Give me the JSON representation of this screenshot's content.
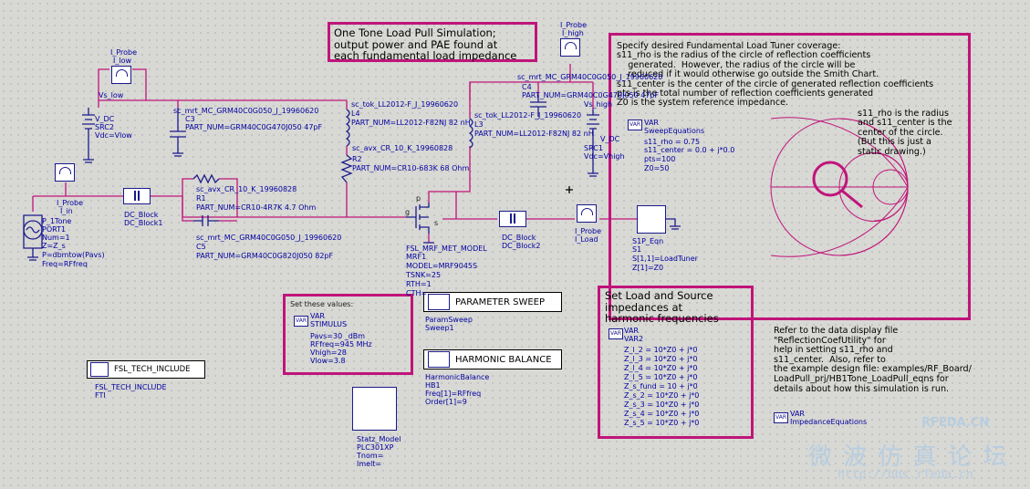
{
  "notes": {
    "title_note": "One Tone Load Pull Simulation;\noutput power and PAE found at\neach fundamental load impedance",
    "coverage_note": "Specify desired Fundamental Load Tuner coverage:\ns11_rho is the radius of the circle of reflection coefficients\n    generated.  However, the radius of the circle will be\n    reduced if it would otherwise go outside the Smith Chart.\ns11_center is the center of the circle of generated reflection coefficients\npts is the total number of reflection coefficients generated\nZ0 is the system reference impedance.",
    "smith_note": "s11_rho is the radius\nand s11_center is the\ncenter of the circle.\n(But this is just a\nstatic drawing.)",
    "set_values_label": "Set these values:",
    "harmonic_note": "Set Load and Source\nimpedances at\nharmonic frequencies",
    "refer_note": "Refer to the data display file\n\"ReflectionCoefUtility\" for\nhelp in setting s11_rho and\ns11_center.  Also, refer to\nthe example design file: examples/RF_Board/\nLoadPull_prj/HB1Tone_LoadPull_eqns for\ndetails about how this simulation is run."
  },
  "var_blocks": {
    "stimulus": {
      "tag": "VAR",
      "lines": [
        "VAR",
        "STIMULUS",
        "Pavs=30 _dBm",
        "RFfreq=945 MHz",
        "Vhigh=28",
        "Vlow=3.8"
      ]
    },
    "sweep_eq": {
      "tag": "VAR",
      "lines": [
        "VAR",
        "SweepEquations",
        "s11_rho = 0.75",
        "s11_center = 0.0 + j*0.0",
        "pts=100",
        "Z0=50"
      ]
    },
    "var2": {
      "tag": "VAR",
      "lines": [
        "VAR",
        "VAR2",
        "Z_l_2 = 10*Z0 + j*0",
        "Z_l_3 = 10*Z0 + j*0",
        "Z_l_4 = 10*Z0 + j*0",
        "Z_l_5 = 10*Z0 + j*0",
        "Z_s_fund = 10 + j*0",
        "Z_s_2 = 10*Z0 + j*0",
        "Z_s_3 = 10*Z0 + j*0",
        "Z_s_4 = 10*Z0 + j*0",
        "Z_s_5 = 10*Z0 + j*0"
      ]
    },
    "imped_eq": {
      "tag": "VAR",
      "lines": [
        "VAR",
        "ImpedanceEquations"
      ]
    }
  },
  "sim_controllers": {
    "param_sweep": {
      "title": "PARAMETER SWEEP",
      "lines": [
        "ParamSweep",
        "Sweep1"
      ]
    },
    "harmonic_balance": {
      "title": "HARMONIC BALANCE",
      "lines": [
        "HarmonicBalance",
        "HB1",
        "Freq[1]=RFfreq",
        "Order[1]=9"
      ]
    },
    "include": {
      "title": "FSL_TECH_INCLUDE",
      "lines": [
        "FSL_TECH_INCLUDE",
        "FTI"
      ]
    },
    "statz": {
      "lines": [
        "Statz_Model",
        "PLC301XP",
        "Tnom=",
        "Imelt="
      ]
    }
  },
  "components": {
    "probe_low": [
      "I_Probe",
      "I_low"
    ],
    "probe_high": [
      "I_Probe",
      "I_high"
    ],
    "probe_iin": [
      "I_Probe",
      "I_in"
    ],
    "probe_load": [
      "I_Probe",
      "I_Load"
    ],
    "vs_low_label": "Vs_low",
    "vs_high_label": "Vs_high",
    "src2": [
      "V_DC",
      "SRC2",
      "Vdc=Vlow"
    ],
    "src1": [
      "V_DC",
      "SRC1",
      "Vdc=Vhigh"
    ],
    "c3": [
      "sc_mrt_MC_GRM40C0G050_J_19960620",
      "C3",
      "PART_NUM=GRM40C0G470J050 47pF"
    ],
    "c4": [
      "sc_mrt_MC_GRM40C0G050_J_19960620",
      "C4",
      "PART_NUM=GRM40C0G470J050 47pF"
    ],
    "l4": [
      "sc_tok_LL2012-F_J_19960620",
      "L4",
      "PART_NUM=LL2012-F82NJ 82 nH"
    ],
    "l3": [
      "sc_tok_LL2012-F_J_19960620",
      "L3",
      "PART_NUM=LL2012-F82NJ 82 nH"
    ],
    "r2": [
      "sc_avx_CR_10_K_19960828",
      "R2",
      "PART_NUM=CR10-683K 68 Ohm"
    ],
    "r1": [
      "sc_avx_CR_10_K_19960828",
      "R1",
      "PART_NUM=CR10-4R7K 4.7 Ohm"
    ],
    "c5": [
      "sc_mrt_MC_GRM40C0G050_J_19960620",
      "C5",
      "PART_NUM=GRM40C0G820J050 82pF"
    ],
    "port1": [
      "P_1Tone",
      "PORT1",
      "Num=1",
      "Z=Z_s",
      "P=dbmtow(Pavs)",
      "Freq=RFfreq"
    ],
    "dc_block1": [
      "DC_Block",
      "DC_Block1"
    ],
    "dc_block2": [
      "DC_Block",
      "DC_Block2"
    ],
    "mrf": [
      "FSL_MRF_MET_MODEL",
      "MRF1",
      "MODEL=MRF9045S",
      "TSNK=25",
      "RTH=1",
      "CTH="
    ],
    "s1p": [
      "S1P_Eqn",
      "S1",
      "S[1,1]=LoadTuner",
      "Z[1]=Z0"
    ]
  },
  "pin_labels": {
    "p": "p",
    "s": "s",
    "g": "g"
  },
  "watermark": {
    "site": "RFEDA.CN",
    "chinese": "微 波 仿 真 论 坛",
    "url": "http://bbs.rfeda.cn"
  },
  "colors": {
    "wire": "#c0147a",
    "component": "#1a1a8c",
    "text": "#0000a0",
    "box": "#c0147a"
  }
}
